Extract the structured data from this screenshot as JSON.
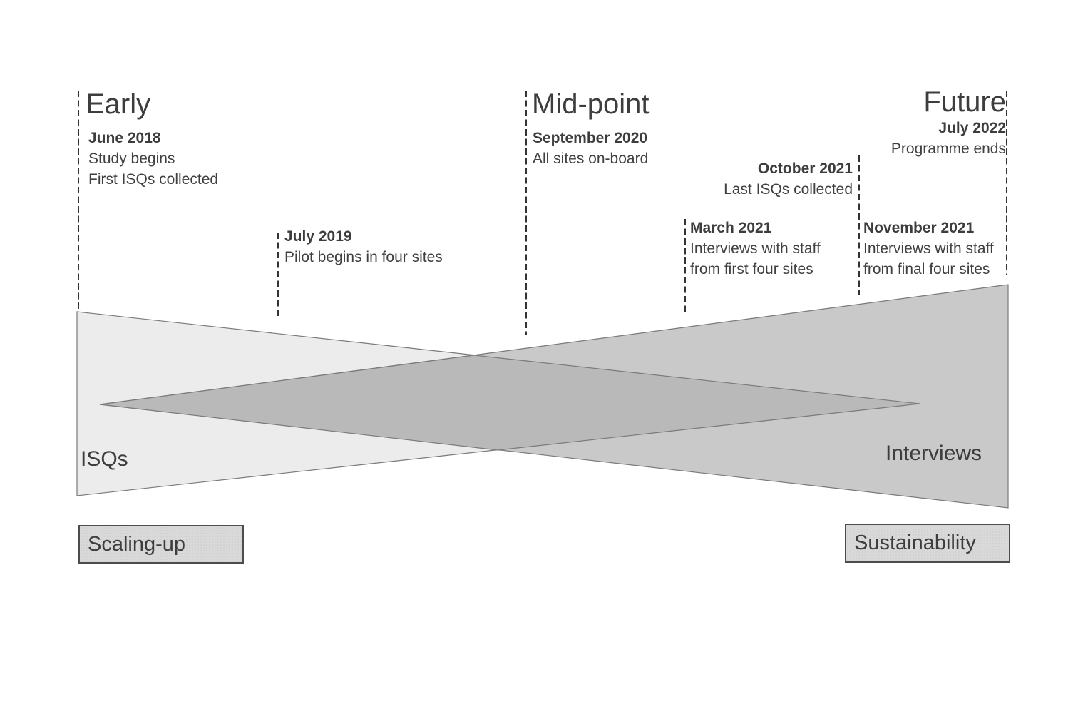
{
  "diagram": {
    "phases": {
      "early": {
        "title": "Early"
      },
      "midpoint": {
        "title": "Mid-point"
      },
      "future": {
        "title": "Future"
      }
    },
    "events": {
      "june2018": {
        "date": "June 2018",
        "line1": "Study begins",
        "line2": "First ISQs collected"
      },
      "july2019": {
        "date": "July 2019",
        "line1": "Pilot begins in four sites"
      },
      "september2020": {
        "date": "September 2020",
        "line1": "All sites on-board"
      },
      "october2021": {
        "date": "October 2021",
        "line1": "Last ISQs collected"
      },
      "march2021": {
        "date": "March 2021",
        "line1": "Interviews with staff",
        "line2": "from first four sites"
      },
      "november2021": {
        "date": "November 2021",
        "line1": "Interviews with staff",
        "line2": "from final four sites"
      },
      "july2022": {
        "date": "July 2022",
        "line1": "Programme ends"
      }
    },
    "wedges": {
      "isqs": {
        "label": "ISQs",
        "fill": "#ececec"
      },
      "interviews": {
        "label": "Interviews",
        "fill": "#c9c9c9"
      },
      "overlap_fill": "#b9b9b9"
    },
    "boxes": {
      "scaling_up": {
        "label": "Scaling-up",
        "fill": "#d9d9d9"
      },
      "sustainability": {
        "label": "Sustainability",
        "fill": "#d9d9d9"
      }
    },
    "colors": {
      "text": "#3d3d3d",
      "marker_line": "#333333",
      "shape_outline": "#7a7a7a"
    }
  }
}
